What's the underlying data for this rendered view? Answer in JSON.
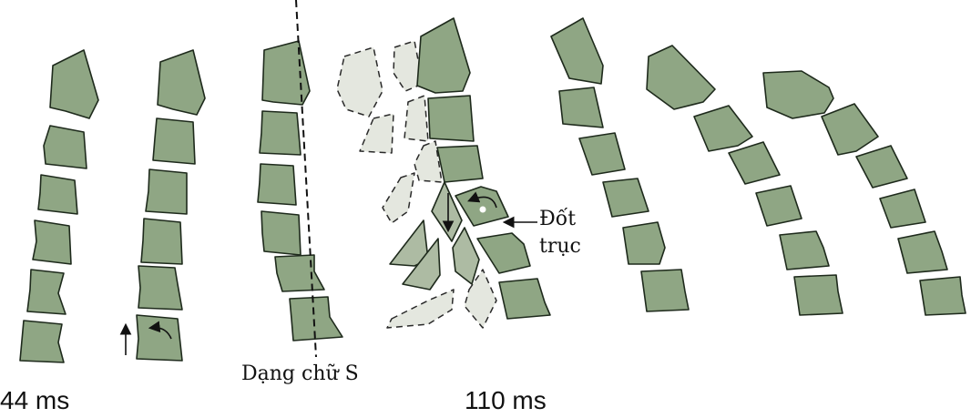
{
  "labels": {
    "time_44": "44 ms",
    "time_110": "110 ms",
    "s_shape": "Dạng chữ S",
    "axis_vertebra_line1": "Đốt",
    "axis_vertebra_line2": "trục"
  },
  "colors": {
    "vertebra": "#8fa684",
    "vertebra_light": "#adbba3",
    "vertebra_ghost": "#e4e7df"
  }
}
